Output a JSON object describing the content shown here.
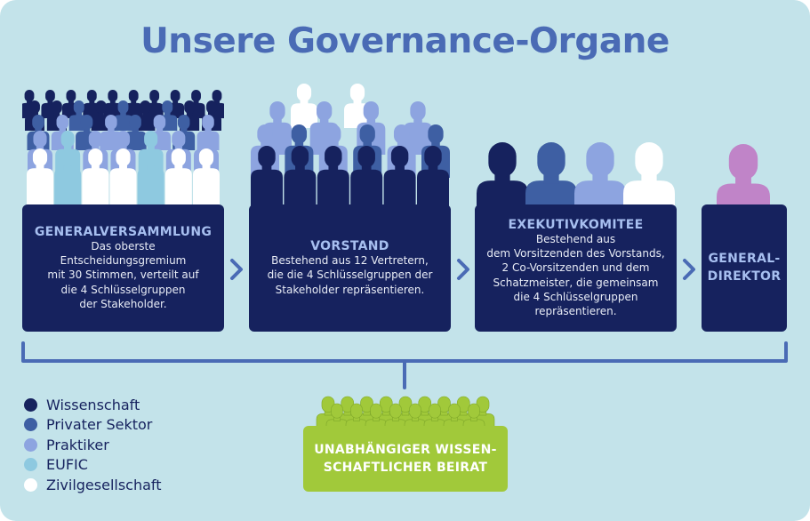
{
  "title": "Unsere Governance-Organe",
  "colors": {
    "wissenschaft": "#16225e",
    "privater_sektor": "#3e5fa3",
    "praktiker": "#8da4e0",
    "eufic": "#8ec9e0",
    "zivilgesellschaft": "#ffffff",
    "generaldirektor": "#c084c8",
    "beirat": "#a1c93a",
    "title": "#4a6bb5"
  },
  "bodies": [
    {
      "title": "GENERALVERSAMMLUNG",
      "lines": [
        "Das oberste",
        "Entscheidungsgremium",
        "mit 30 Stimmen, verteilt auf",
        "die 4 Schlüsselgruppen",
        "der Stakeholder."
      ]
    },
    {
      "title": "VORSTAND",
      "lines": [
        "Bestehend aus 12 Vertretern,",
        "die die 4 Schlüsselgruppen der",
        "Stakeholder repräsentieren."
      ]
    },
    {
      "title": "EXEKUTIVKOMITEE",
      "lines": [
        "Bestehend aus",
        "dem Vorsitzenden des Vorstands,",
        "2 Co-Vorsitzenden und dem",
        "Schatzmeister, die gemeinsam",
        "die 4 Schlüsselgruppen",
        "repräsentieren."
      ]
    },
    {
      "title_lines": [
        "GENERAL-",
        "DIREKTOR"
      ]
    }
  ],
  "legend": [
    {
      "label": "Wissenschaft",
      "color": "#16225e"
    },
    {
      "label": "Privater Sektor",
      "color": "#3e5fa3"
    },
    {
      "label": "Praktiker",
      "color": "#8da4e0"
    },
    {
      "label": "EUFIC",
      "color": "#8ec9e0"
    },
    {
      "label": "Zivilgesellschaft",
      "color": "#ffffff"
    }
  ],
  "advisory": {
    "lines": [
      "UNABHÄNGIGER WISSEN-",
      "SCHAFTLICHER BEIRAT"
    ]
  },
  "icons": {
    "person": "person-silhouette-icon",
    "arrow": "chevron-right-icon"
  }
}
